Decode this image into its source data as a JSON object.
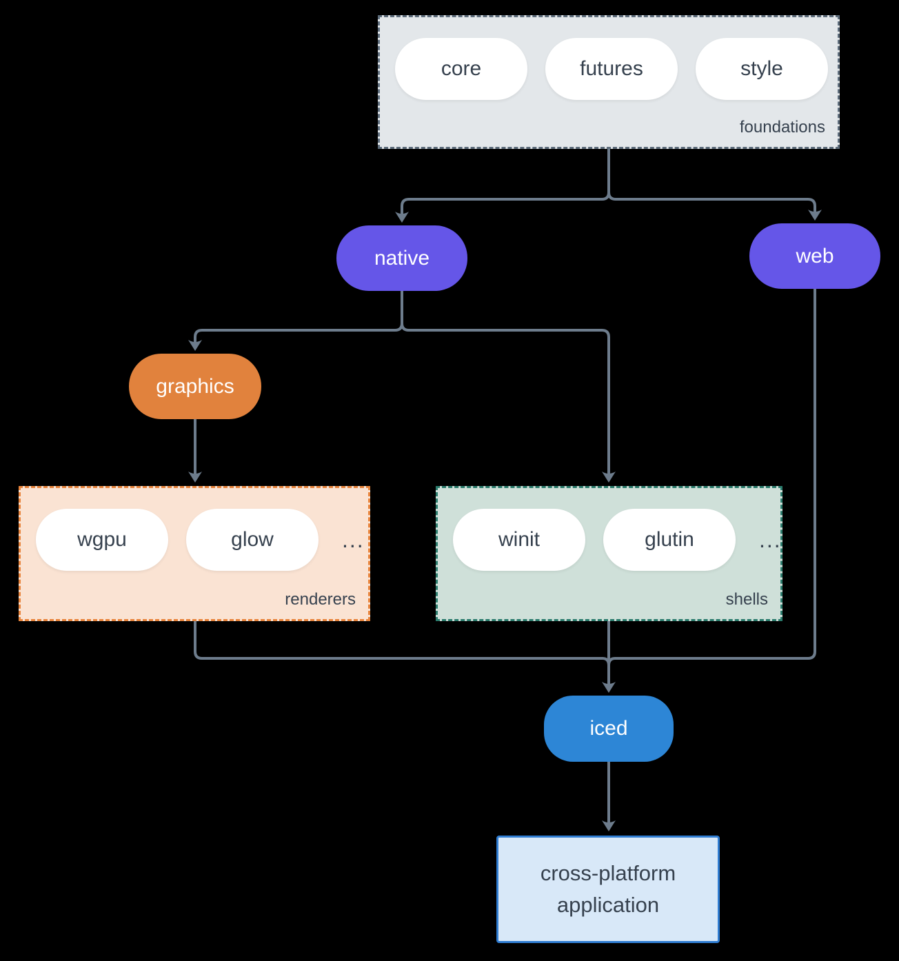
{
  "colors": {
    "background": "#000000",
    "connector": "#6d7c8c",
    "purple": "#6556e8",
    "orange": "#e1823d",
    "blue": "#2d86d6",
    "pill_fill": "#ffffff",
    "text_dark": "#36414e",
    "foundations_fill": "#e3e7ea",
    "foundations_border": "#5d6c7b",
    "renderers_fill": "#fae3d3",
    "renderers_border": "#e8843c",
    "shells_fill": "#cfe0d9",
    "shells_border": "#2b7c6d",
    "app_fill": "#d8e8f8",
    "app_border": "#2f7cd1"
  },
  "groups": {
    "foundations": {
      "label": "foundations",
      "pills": [
        "core",
        "futures",
        "style"
      ]
    },
    "renderers": {
      "label": "renderers",
      "pills": [
        "wgpu",
        "glow"
      ],
      "more": "..."
    },
    "shells": {
      "label": "shells",
      "pills": [
        "winit",
        "glutin"
      ],
      "more": "..."
    }
  },
  "nodes": {
    "native": "native",
    "web": "web",
    "graphics": "graphics",
    "iced": "iced",
    "application": {
      "line1": "cross-platform",
      "line2": "application"
    }
  }
}
